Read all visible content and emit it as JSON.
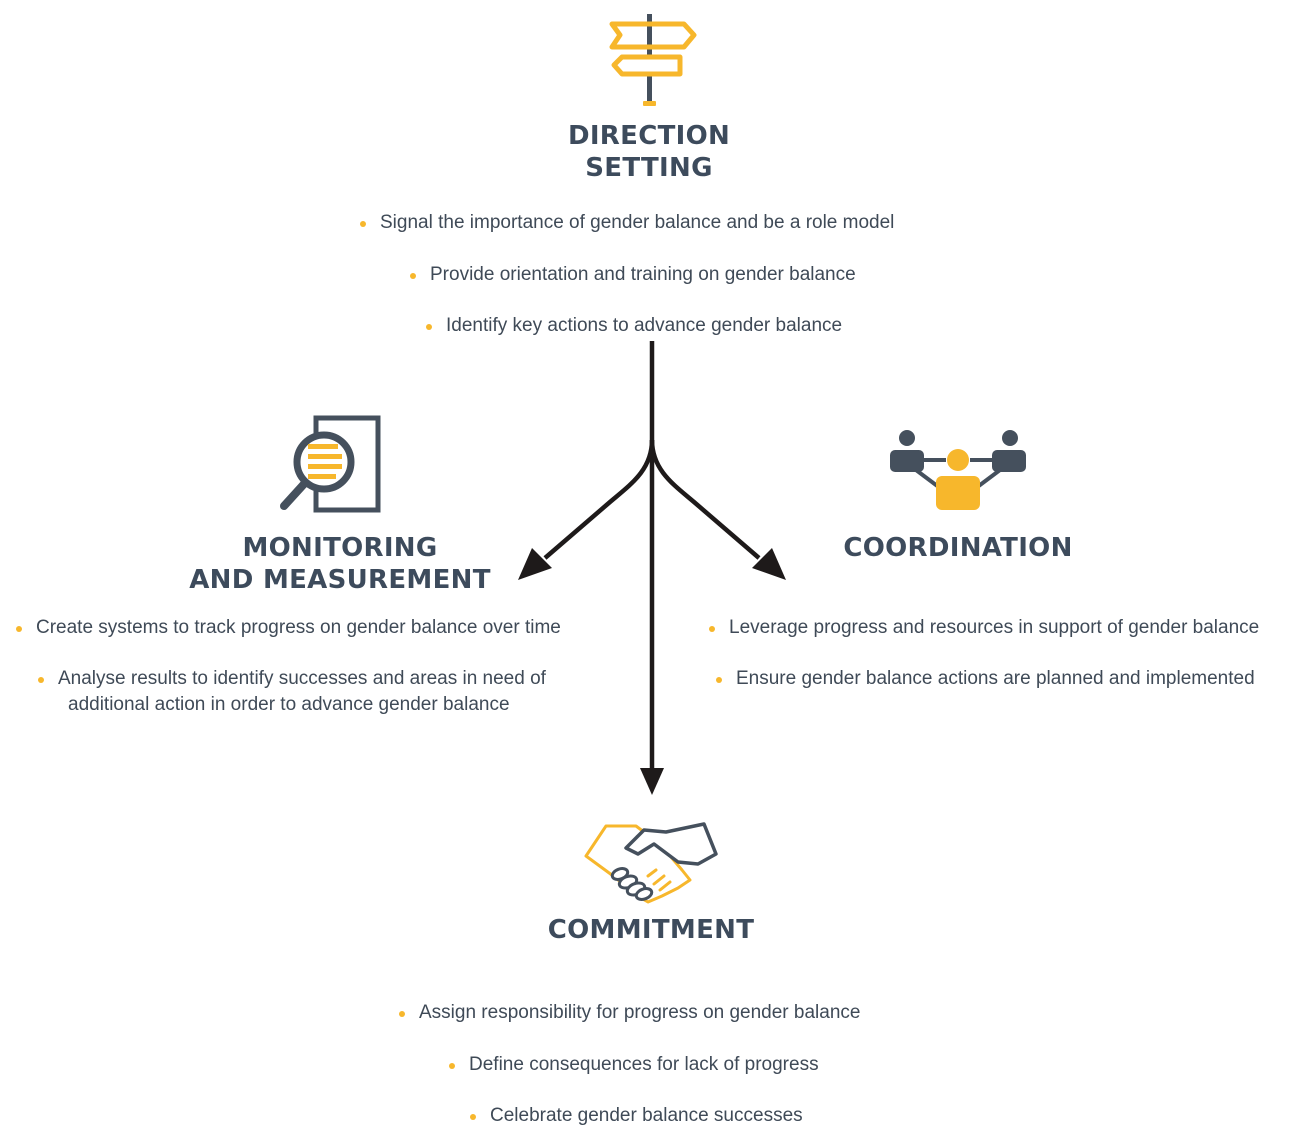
{
  "direction": {
    "title_line1": "DIRECTION",
    "title_line2": "SETTING",
    "bullets": [
      "Signal the importance of gender balance and be a role model",
      "Provide orientation and training on gender balance",
      "Identify key actions to advance gender balance"
    ]
  },
  "monitoring": {
    "title_line1": "MONITORING",
    "title_line2": "AND MEASUREMENT",
    "bullets": [
      "Create systems to track progress on gender balance over time",
      "Analyse results to identify successes and areas in need of",
      "additional action in order to advance gender balance"
    ]
  },
  "coordination": {
    "title": "COORDINATION",
    "bullets": [
      "Leverage progress and resources in support of gender balance",
      "Ensure gender balance actions are planned and implemented"
    ]
  },
  "commitment": {
    "title": "COMMITMENT",
    "bullets": [
      "Assign responsibility for progress on gender balance",
      "Define consequences for lack of progress",
      "Celebrate gender balance successes"
    ]
  },
  "colors": {
    "heading": "#3d4b5c",
    "accent_yellow": "#f7b72c",
    "icon_dark": "#45505d",
    "arrow": "#1e1a1a"
  },
  "icons": {
    "direction": "signpost-icon",
    "monitoring": "magnifier-document-icon",
    "coordination": "people-network-icon",
    "commitment": "handshake-icon"
  }
}
